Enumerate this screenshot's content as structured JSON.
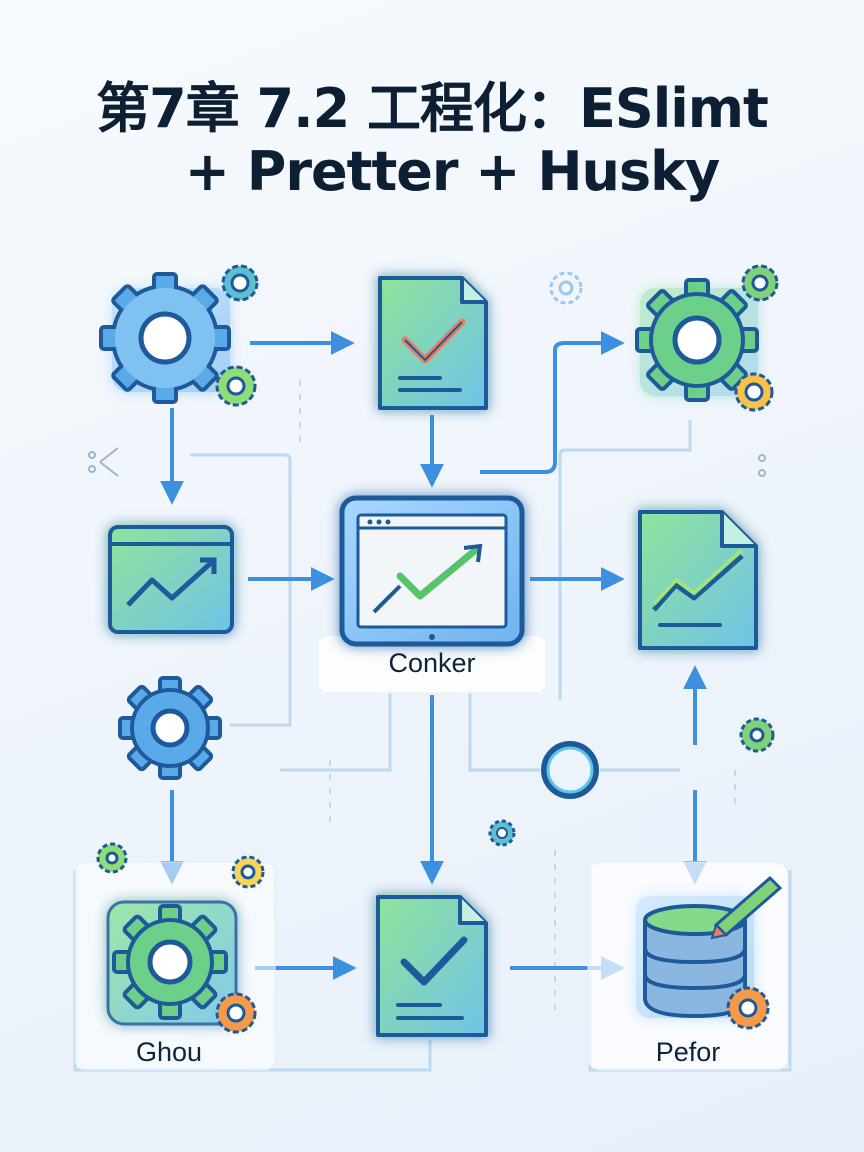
{
  "title_line1": "第7章 7.2 工程化：ESlimt",
  "title_line2": "+ Pretter + Husky",
  "labels": {
    "center": "Conker",
    "bottom_left": "Ghou",
    "bottom_right": "Pefor"
  },
  "colors": {
    "arrow": "#3d8fe0",
    "node_fill_green": "#7fd98a",
    "node_fill_blue": "#9ad0f5",
    "node_stroke": "#1e5a9a",
    "check": "#2f7a3a",
    "accent": "#f07a5a"
  },
  "icons": [
    "gear-icon",
    "document-check-icon",
    "chart-window-icon",
    "monitor-chart-icon",
    "database-edit-icon"
  ]
}
